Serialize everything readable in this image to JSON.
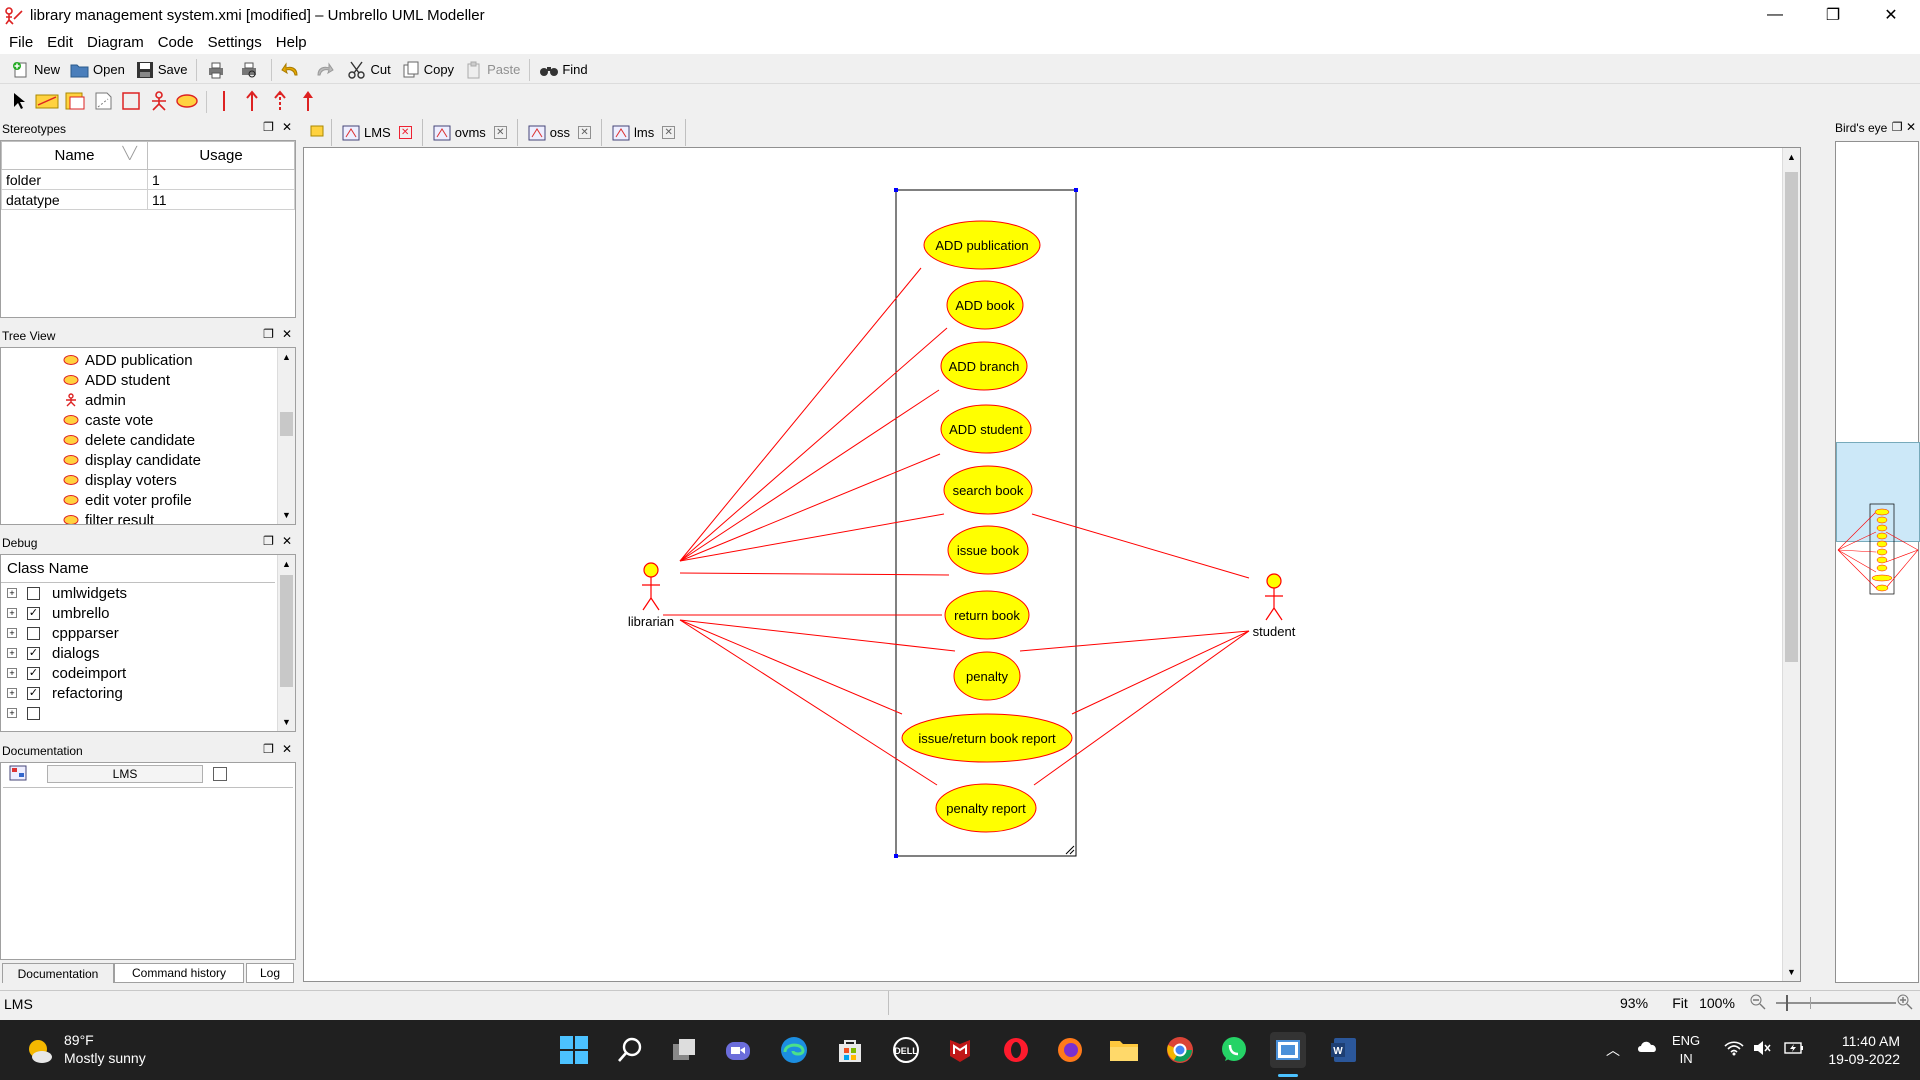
{
  "window": {
    "title": "library management system.xmi [modified] – Umbrello UML Modeller",
    "minimize": "—",
    "restore": "❐",
    "close": "✕"
  },
  "menu": [
    "File",
    "Edit",
    "Diagram",
    "Code",
    "Settings",
    "Help"
  ],
  "toolbar": {
    "new": "New",
    "open": "Open",
    "save": "Save",
    "cut": "Cut",
    "copy": "Copy",
    "paste": "Paste",
    "find": "Find"
  },
  "stereotypes": {
    "title": "Stereotypes",
    "col_name": "Name",
    "col_usage": "Usage",
    "rows": [
      {
        "name": "folder",
        "usage": "1"
      },
      {
        "name": "datatype",
        "usage": "11"
      }
    ]
  },
  "tree_view": {
    "title": "Tree View",
    "items": [
      {
        "label": "ADD publication",
        "icon": "usecase-icon"
      },
      {
        "label": "ADD student",
        "icon": "usecase-icon"
      },
      {
        "label": "admin",
        "icon": "actor-icon"
      },
      {
        "label": "caste vote",
        "icon": "usecase-icon"
      },
      {
        "label": "delete candidate",
        "icon": "usecase-icon"
      },
      {
        "label": "display candidate",
        "icon": "usecase-icon"
      },
      {
        "label": "display voters",
        "icon": "usecase-icon"
      },
      {
        "label": "edit voter profile",
        "icon": "usecase-icon"
      },
      {
        "label": "filter result",
        "icon": "usecase-icon"
      }
    ]
  },
  "debug": {
    "title": "Debug",
    "col_class": "Class Name",
    "rows": [
      {
        "label": "umlwidgets",
        "checked": false
      },
      {
        "label": "umbrello",
        "checked": true
      },
      {
        "label": "cppparser",
        "checked": false
      },
      {
        "label": "dialogs",
        "checked": true
      },
      {
        "label": "codeimport",
        "checked": true
      },
      {
        "label": "refactoring",
        "checked": true
      },
      {
        "label": "",
        "checked": false
      }
    ]
  },
  "documentation": {
    "title": "Documentation",
    "field_value": "LMS",
    "tabs": [
      "Documentation",
      "Command history",
      "Log"
    ]
  },
  "diagram_tabs": [
    {
      "label": "LMS",
      "active": true
    },
    {
      "label": "ovms",
      "active": false
    },
    {
      "label": "oss",
      "active": false
    },
    {
      "label": "lms",
      "active": false
    }
  ],
  "diagram": {
    "actors": {
      "librarian": "librarian",
      "student": "student"
    },
    "usecases": [
      "ADD publication",
      "ADD book",
      "ADD branch",
      "ADD student",
      "search book",
      "issue book",
      "return book",
      "penalty",
      "issue/return book report",
      "penalty report"
    ],
    "colors": {
      "usecase_fill": "#ffff00",
      "line": "#ff0000",
      "boundary": "#000000"
    }
  },
  "birds_eye": {
    "title": "Bird's eye"
  },
  "statusbar": {
    "left": "LMS",
    "zoom": "93%",
    "fit": "Fit",
    "hundred": "100%"
  },
  "taskbar": {
    "temperature": "89°F",
    "weather": "Mostly sunny",
    "lang1": "ENG",
    "lang2": "IN",
    "time": "11:40 AM",
    "date": "19-09-2022"
  }
}
